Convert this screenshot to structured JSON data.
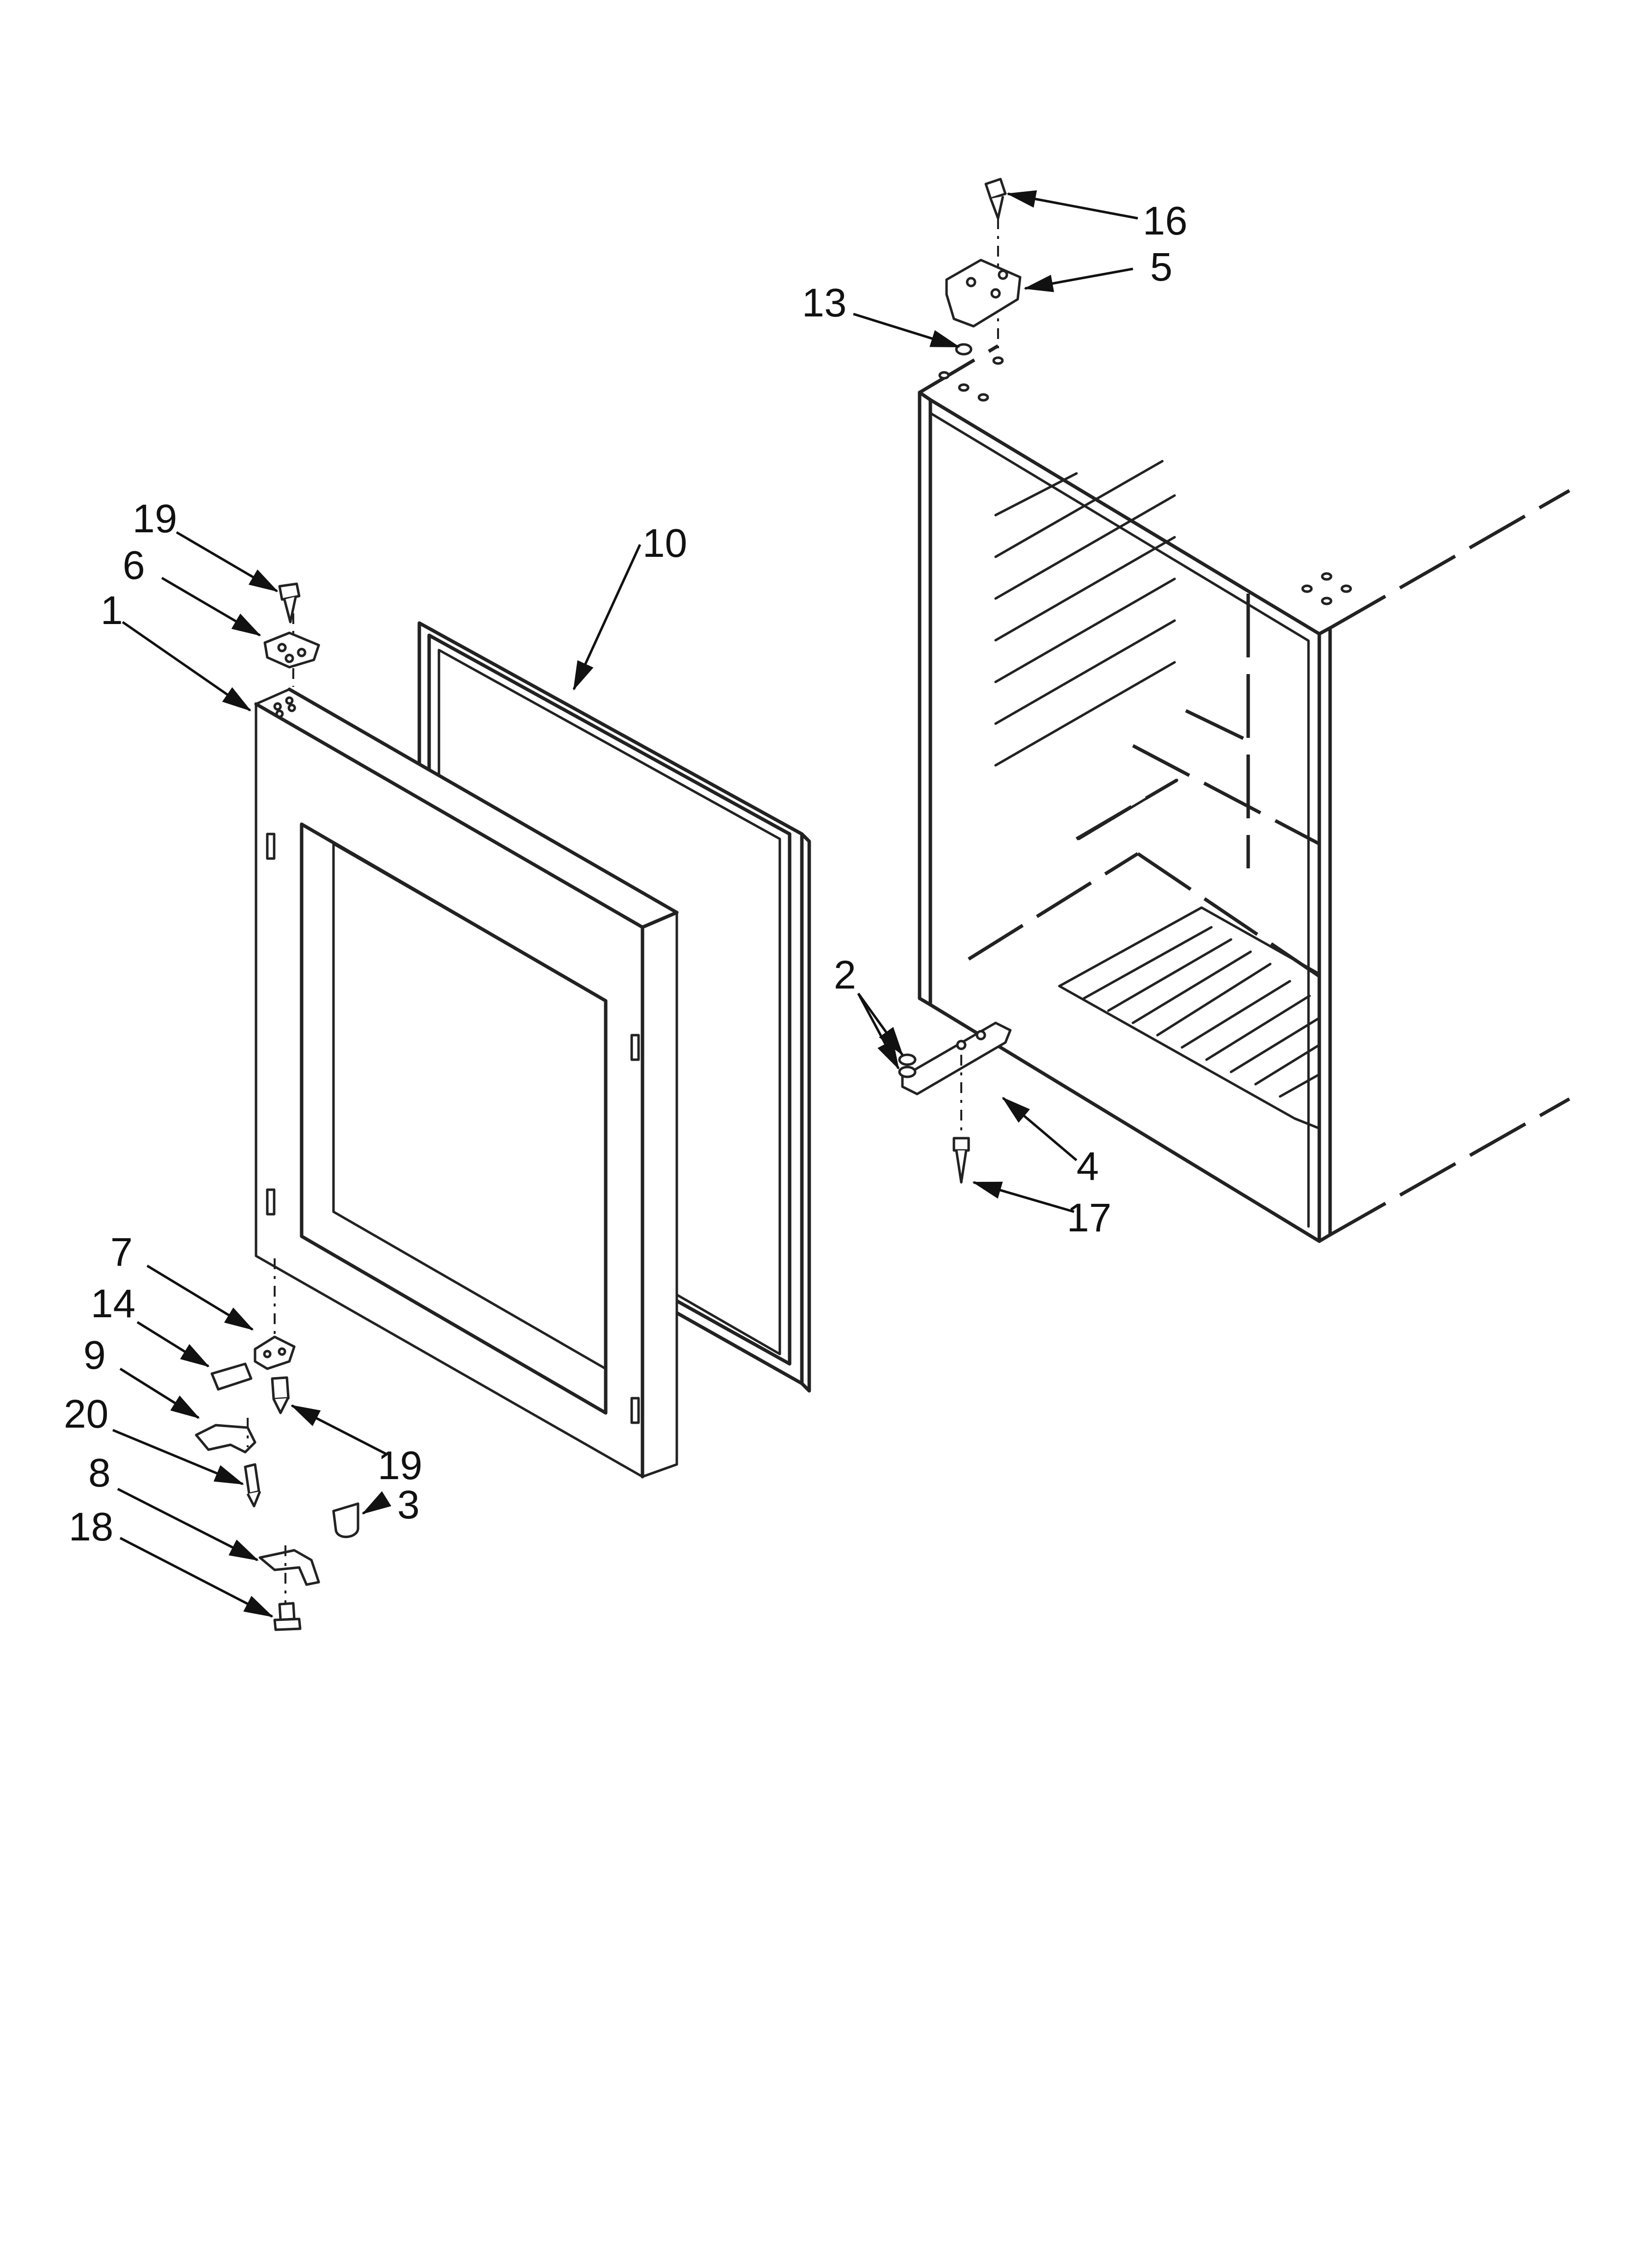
{
  "diagram": {
    "callouts": {
      "c1": "1",
      "c2": "2",
      "c3": "3",
      "c4": "4",
      "c5": "5",
      "c6": "6",
      "c7": "7",
      "c8": "8",
      "c9": "9",
      "c10": "10",
      "c13": "13",
      "c14": "14",
      "c16": "16",
      "c17": "17",
      "c18": "18",
      "c19_top": "19",
      "c19_bottom": "19",
      "c20": "20"
    },
    "colors": {
      "line": "#222222",
      "background": "#ffffff"
    }
  }
}
